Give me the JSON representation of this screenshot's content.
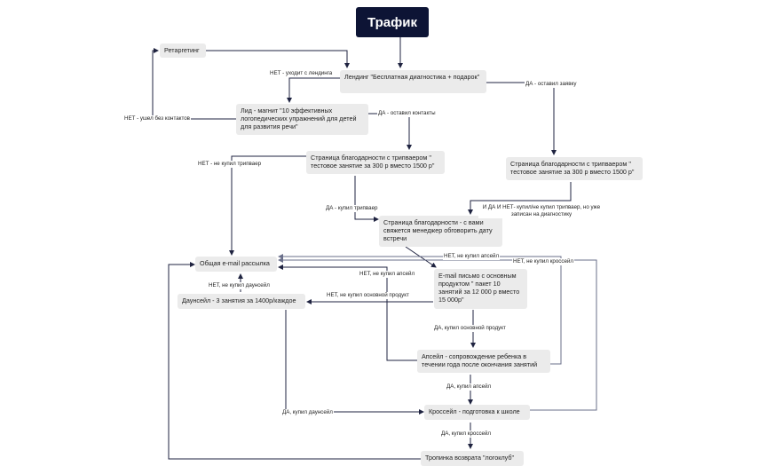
{
  "title": "Трафик",
  "nodes": {
    "retargeting": "Ретаргетинг",
    "landing": "Лендинг \"Бесплатная диагностика + подарок\"",
    "lead_magnet": "Лид - магнит \"10 эффективных логопедических упражнений для детей для развития речи\"",
    "thanks_tripwire_1": "Страница благодарности с трипваером  \" тестовое занятие за 300 р вместо 1500 р\"",
    "thanks_tripwire_2": "Страница благодарности с трипваером  \" тестовое занятие за 300 р вместо 1500 р\"",
    "thanks_manager": "Страница благодарности - с вами свяжется менеджер обговорить дату встречи",
    "email_general": "Общая e-mail рассылка",
    "email_main": "E-mail письмо  с основным продуктом \" пакет 10 занятий за 12 000 р вместо 15 000р\"",
    "downsell": "Даунсейл - 3 занятия за 1400р/каждое",
    "upsell": "Апсейл - сопровождение ребенка в течении года после окончания занятий",
    "crosssell": "Кроссейл - подготовка к школе",
    "return_path": "Тропинка возврата \"логоклуб\""
  },
  "labels": {
    "no_left_landing": "НЕТ - уходит с лендинга",
    "yes_request": "ДА - оставил заявку",
    "no_no_contacts": "НЕТ - ушел без контактов",
    "yes_contacts": "ДА - оставил контакты",
    "no_tripwire": "НЕТ - не купил трипваер",
    "yes_tripwire": "ДА - купил трипваер",
    "yes_and_no": "И ДА И НЕТ- купил/не купил трипваер, но уже записан на диагностику",
    "no_upsell_1": "НЕТ, не купил апсейл",
    "no_crosssell": "НЕТ, не купил кроссейл",
    "no_upsell_2": "НЕТ, не купил апсейл",
    "no_downsell": "НЕТ, не купил даунсейл",
    "no_main": "НЕТ, не купил основной продукт",
    "yes_main": "ДА, купил основной продукт",
    "yes_upsell": "ДА, купил апсейл",
    "yes_downsell": "ДА, купил даунсейл",
    "yes_crosssell": "ДА, купил кроссейл"
  },
  "colors": {
    "title_bg": "#0d1435",
    "node_bg": "#ebebeb",
    "line": "#1f2340",
    "feedback_line": "#6a6f8a"
  }
}
